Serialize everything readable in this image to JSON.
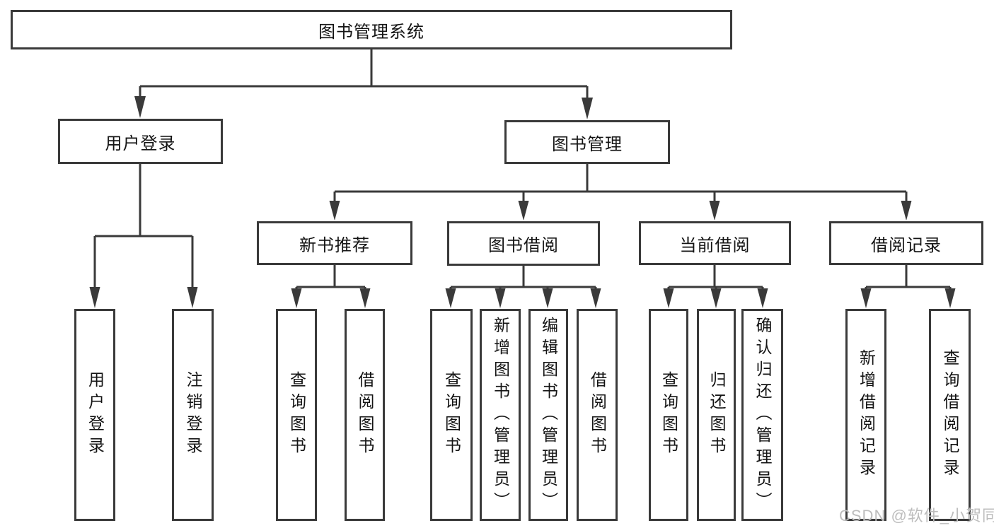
{
  "diagram": {
    "root": {
      "label": "图书管理系统"
    },
    "level2": [
      {
        "label": "用户登录"
      },
      {
        "label": "图书管理"
      }
    ],
    "level3": [
      {
        "label": "新书推荐"
      },
      {
        "label": "图书借阅"
      },
      {
        "label": "当前借阅"
      },
      {
        "label": "借阅记录"
      }
    ],
    "leaves": [
      {
        "label": "用户登录"
      },
      {
        "label": "注销登录"
      },
      {
        "label": "查询图书"
      },
      {
        "label": "借阅图书"
      },
      {
        "label": "查询图书"
      },
      {
        "label": "新增图书（管理员）"
      },
      {
        "label": "编辑图书（管理员）"
      },
      {
        "label": "借阅图书"
      },
      {
        "label": "查询图书"
      },
      {
        "label": "归还图书"
      },
      {
        "label": "确认归还（管理员）"
      },
      {
        "label": "新增借阅记录"
      },
      {
        "label": "查询借阅记录"
      }
    ],
    "line_color": "#3a3a3a"
  },
  "watermark": {
    "text": "CSDN @软件_小贺同学",
    "color": "#bdbdbd"
  }
}
